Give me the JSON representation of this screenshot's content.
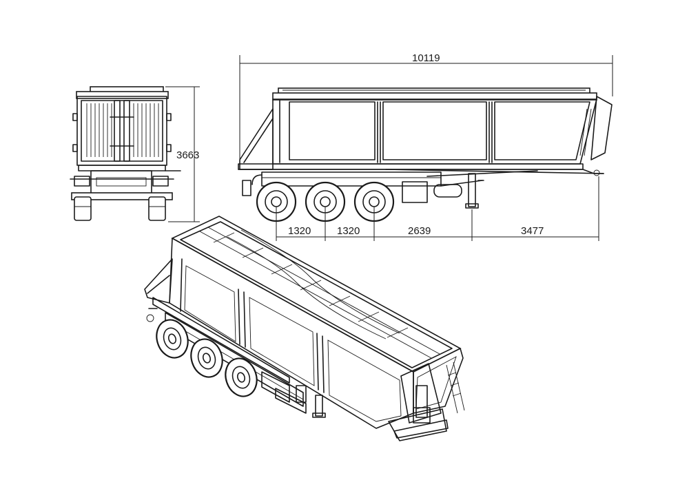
{
  "dimensions": {
    "overall_length": "10119",
    "overall_height": "3663",
    "axle_spacing_1": "1320",
    "axle_spacing_2": "1320",
    "axle_to_leg": "2639",
    "leg_to_front": "3477"
  },
  "line_color": "#1a1a1a",
  "background_color": "#ffffff"
}
